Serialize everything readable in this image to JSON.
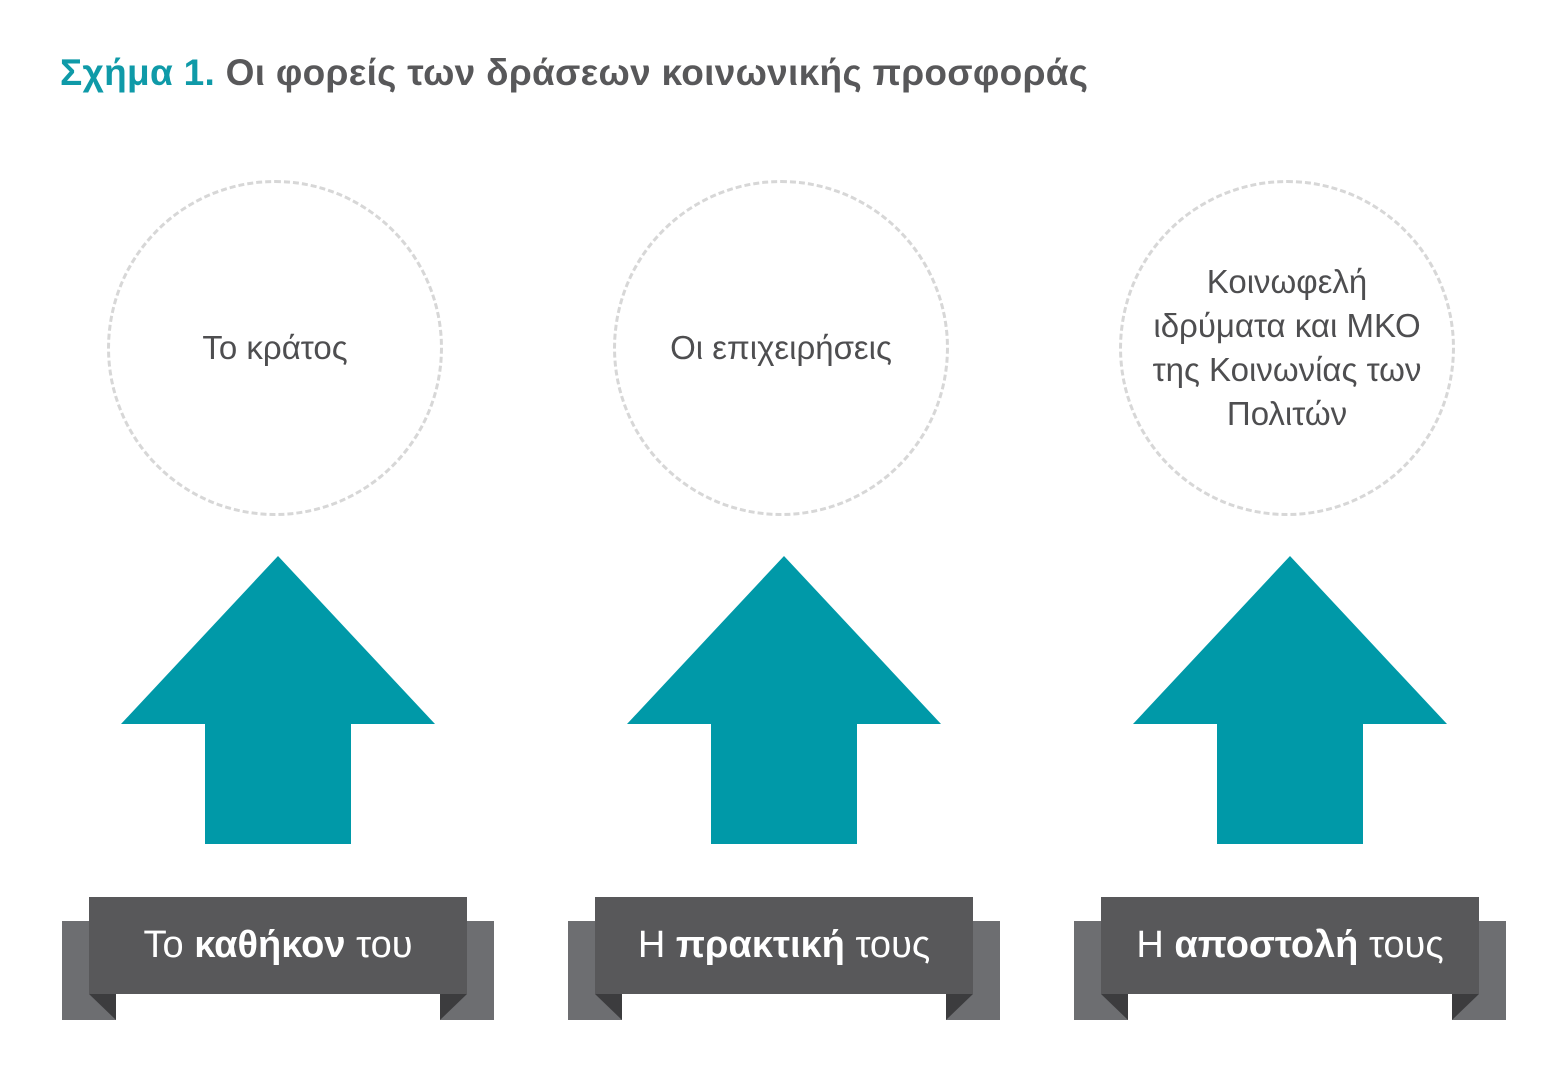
{
  "title": {
    "label": "Σχήμα 1.",
    "text": "Οι φορείς των δράσεων κοινωνικής προσφοράς"
  },
  "colors": {
    "accent": "#0f9aa8",
    "arrow": "#0099a8",
    "ribbon_front": "#58585a",
    "ribbon_back": "#6d6e71",
    "ribbon_fold": "#3c3c3e",
    "circle_border": "#d7d7d7"
  },
  "columns": [
    {
      "circle_lines": [
        "Το κράτος"
      ],
      "ribbon": {
        "pre": "Το ",
        "bold": "καθήκον",
        "post": " του"
      }
    },
    {
      "circle_lines": [
        "Οι επιχειρήσεις"
      ],
      "ribbon": {
        "pre": "Η ",
        "bold": "πρακτική",
        "post": " τους"
      }
    },
    {
      "circle_lines": [
        "Κοινωφελή",
        "ιδρύματα και ΜΚΟ",
        "της Κοινωνίας των",
        "Πολιτών"
      ],
      "ribbon": {
        "pre": "Η ",
        "bold": "αποστολή",
        "post": " τους"
      }
    }
  ]
}
